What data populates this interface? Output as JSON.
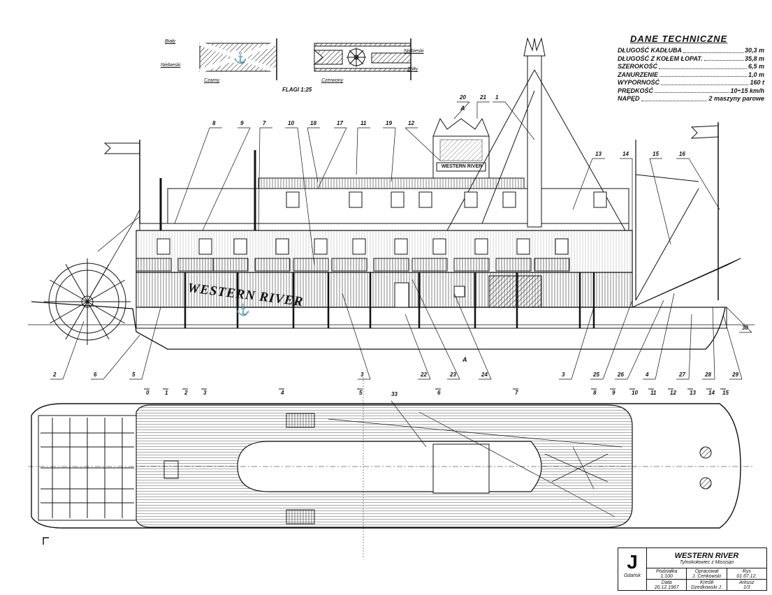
{
  "tech_data": {
    "heading": "DANE TECHNICZNE",
    "rows": [
      {
        "label": "DŁUGOŚĆ KADŁUBA",
        "value": "30,3 m"
      },
      {
        "label": "DŁUGOŚĆ Z KOŁEM ŁOPAT.",
        "value": "35,8 m"
      },
      {
        "label": "SZEROKOŚĆ",
        "value": "6,5 m"
      },
      {
        "label": "ZANURZENIE",
        "value": "1,0 m"
      },
      {
        "label": "WYPORNOŚĆ",
        "value": "160 t"
      },
      {
        "label": "PRĘDKOŚĆ",
        "value": "10÷15 km/h"
      },
      {
        "label": "NAPĘD",
        "value": "2 maszyny parowe"
      }
    ]
  },
  "flags": {
    "caption": "FLAGI 1:25",
    "labels": [
      "Biały",
      "Niebieski",
      "Czarny",
      "Czerwony",
      "Niebieski",
      "Żółty"
    ]
  },
  "hull_name": "WESTERN RIVER",
  "pilothouse_name": "WESTERN RIVER",
  "section_mark": "A",
  "callouts_top": [
    "8",
    "9",
    "7",
    "10",
    "18",
    "17",
    "11",
    "19",
    "12",
    "20",
    "21",
    "1",
    "13",
    "14",
    "15",
    "16"
  ],
  "callouts_bottom": [
    "2",
    "6",
    "5",
    "3",
    "22",
    "23",
    "24",
    "3",
    "25",
    "26",
    "4",
    "27",
    "28",
    "29",
    "30"
  ],
  "callout_plan": "33",
  "stations": [
    "0",
    "1",
    "2",
    "3",
    "4",
    "5",
    "6",
    "7",
    "8",
    "9",
    "10",
    "11",
    "12",
    "13",
    "14",
    "15"
  ],
  "title_block": {
    "title": "WESTERN RIVER",
    "subtitle": "Tylnokołowiec z Missisipi",
    "city": "Gdańsk",
    "scale_label": "Podziałka",
    "scale": "1:100",
    "designer_label": "Opracował",
    "designer": "J. Cenkowski",
    "drawing_label": "Rys",
    "drawing_no": "01.67.12.",
    "date_label": "Data",
    "date": "20.12.1967",
    "drafter_label": "Kreślił",
    "drafter": "Dzedkowski J.",
    "sheet_label": "Arkusz",
    "sheet": "1/3"
  }
}
